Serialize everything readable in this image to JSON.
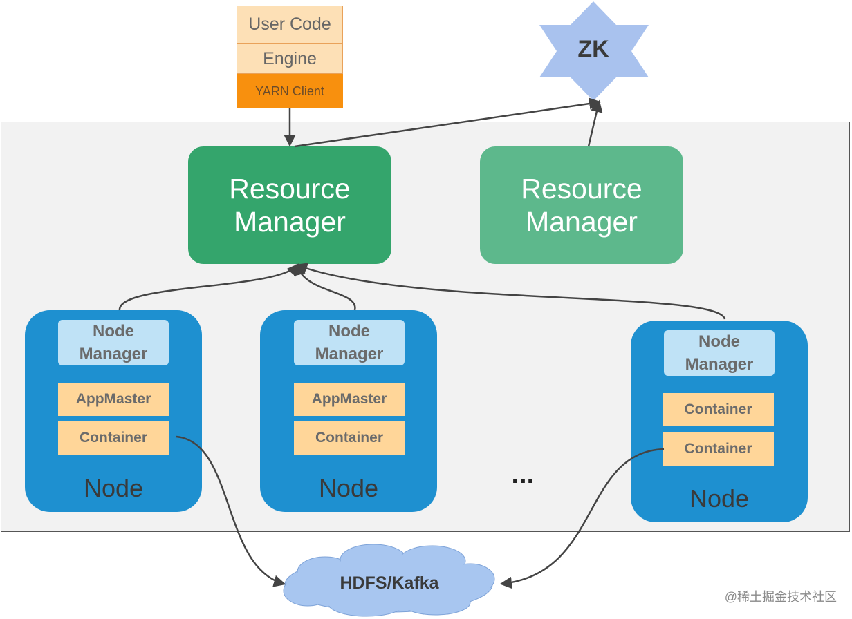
{
  "client": {
    "user_code": "User Code",
    "engine": "Engine",
    "yarn_client": "YARN Client"
  },
  "zk": "ZK",
  "resource_managers": [
    {
      "line1": "Resource",
      "line2": "Manager",
      "role": "active"
    },
    {
      "line1": "Resource",
      "line2": "Manager",
      "role": "standby"
    }
  ],
  "nodes": [
    {
      "nm_line1": "Node",
      "nm_line2": "Manager",
      "slots": [
        "AppMaster",
        "Container"
      ],
      "label": "Node"
    },
    {
      "nm_line1": "Node",
      "nm_line2": "Manager",
      "slots": [
        "AppMaster",
        "Container"
      ],
      "label": "Node"
    },
    {
      "nm_line1": "Node",
      "nm_line2": "Manager",
      "slots": [
        "Container",
        "Container"
      ],
      "label": "Node"
    }
  ],
  "ellipsis": "...",
  "storage": "HDFS/Kafka",
  "watermark": "@稀土掘金技术社区",
  "colors": {
    "cluster_bg": "#f2f2f2",
    "rm_active": "#34a56c",
    "rm_standby": "#5db88c",
    "node": "#1e90d0",
    "node_manager": "#bfe2f6",
    "slot": "#ffd699",
    "yarn_client": "#f8900e",
    "client_cell": "#fde0b6",
    "zk_star": "#a9c2ee",
    "cloud": "#a8c6f0"
  }
}
